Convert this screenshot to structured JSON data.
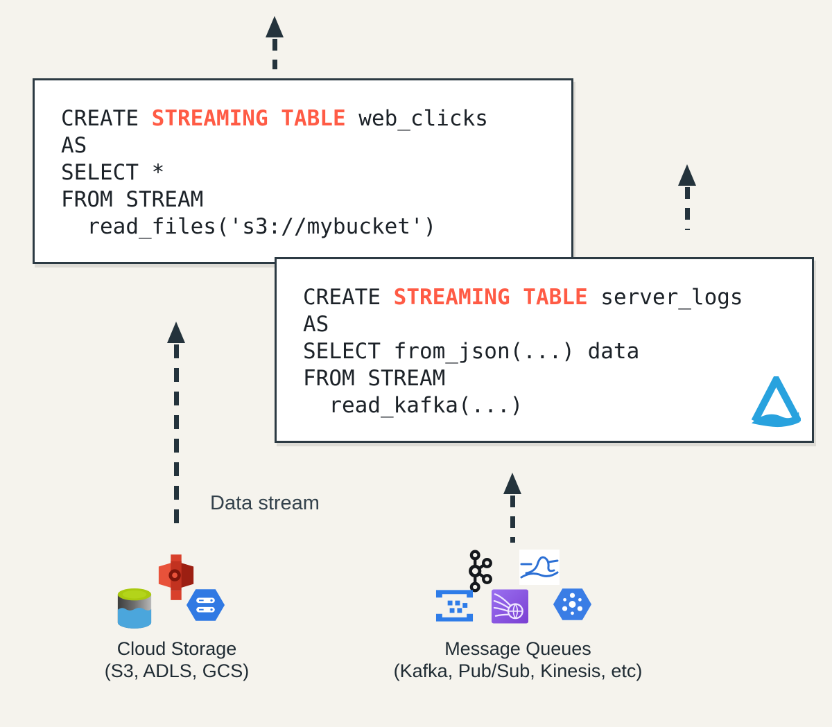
{
  "colors": {
    "background": "#f5f3ed",
    "keyword_red": "#ff5b45",
    "code_text": "#1c2228",
    "box_border": "#2c3a43",
    "arrow_dark": "#24333c",
    "logo_blue": "#28a2de"
  },
  "code_boxes": [
    {
      "name": "web_clicks",
      "lines": [
        {
          "pre": "CREATE ",
          "keyword": "STREAMING TABLE",
          "post": " web_clicks"
        },
        {
          "pre": "AS",
          "keyword": "",
          "post": ""
        },
        {
          "pre": "SELECT *",
          "keyword": "",
          "post": ""
        },
        {
          "pre": "FROM STREAM",
          "keyword": "",
          "post": ""
        },
        {
          "pre": "  read_files('s3://mybucket')",
          "keyword": "",
          "post": ""
        }
      ]
    },
    {
      "name": "server_logs",
      "lines": [
        {
          "pre": "CREATE ",
          "keyword": "STREAMING TABLE",
          "post": " server_logs"
        },
        {
          "pre": "AS",
          "keyword": "",
          "post": ""
        },
        {
          "pre": "SELECT from_json(...) data",
          "keyword": "",
          "post": ""
        },
        {
          "pre": "FROM STREAM",
          "keyword": "",
          "post": ""
        },
        {
          "pre": "  read_kafka(...)",
          "keyword": "",
          "post": ""
        }
      ]
    }
  ],
  "labels": {
    "data_stream": "Data stream",
    "cloud_storage_title": "Cloud Storage",
    "cloud_storage_sub": "(S3, ADLS, GCS)",
    "message_queues_title": "Message Queues",
    "message_queues_sub": "(Kafka, Pub/Sub, Kinesis, etc)"
  },
  "icons": {
    "cloud_storage": [
      "s3-icon",
      "adls-icon",
      "gcs-icon"
    ],
    "message_queues": [
      "kafka-icon",
      "stream-wave-icon",
      "event-hubs-icon",
      "kinesis-icon",
      "pubsub-icon"
    ],
    "logo": "wave-triangle-logo"
  }
}
